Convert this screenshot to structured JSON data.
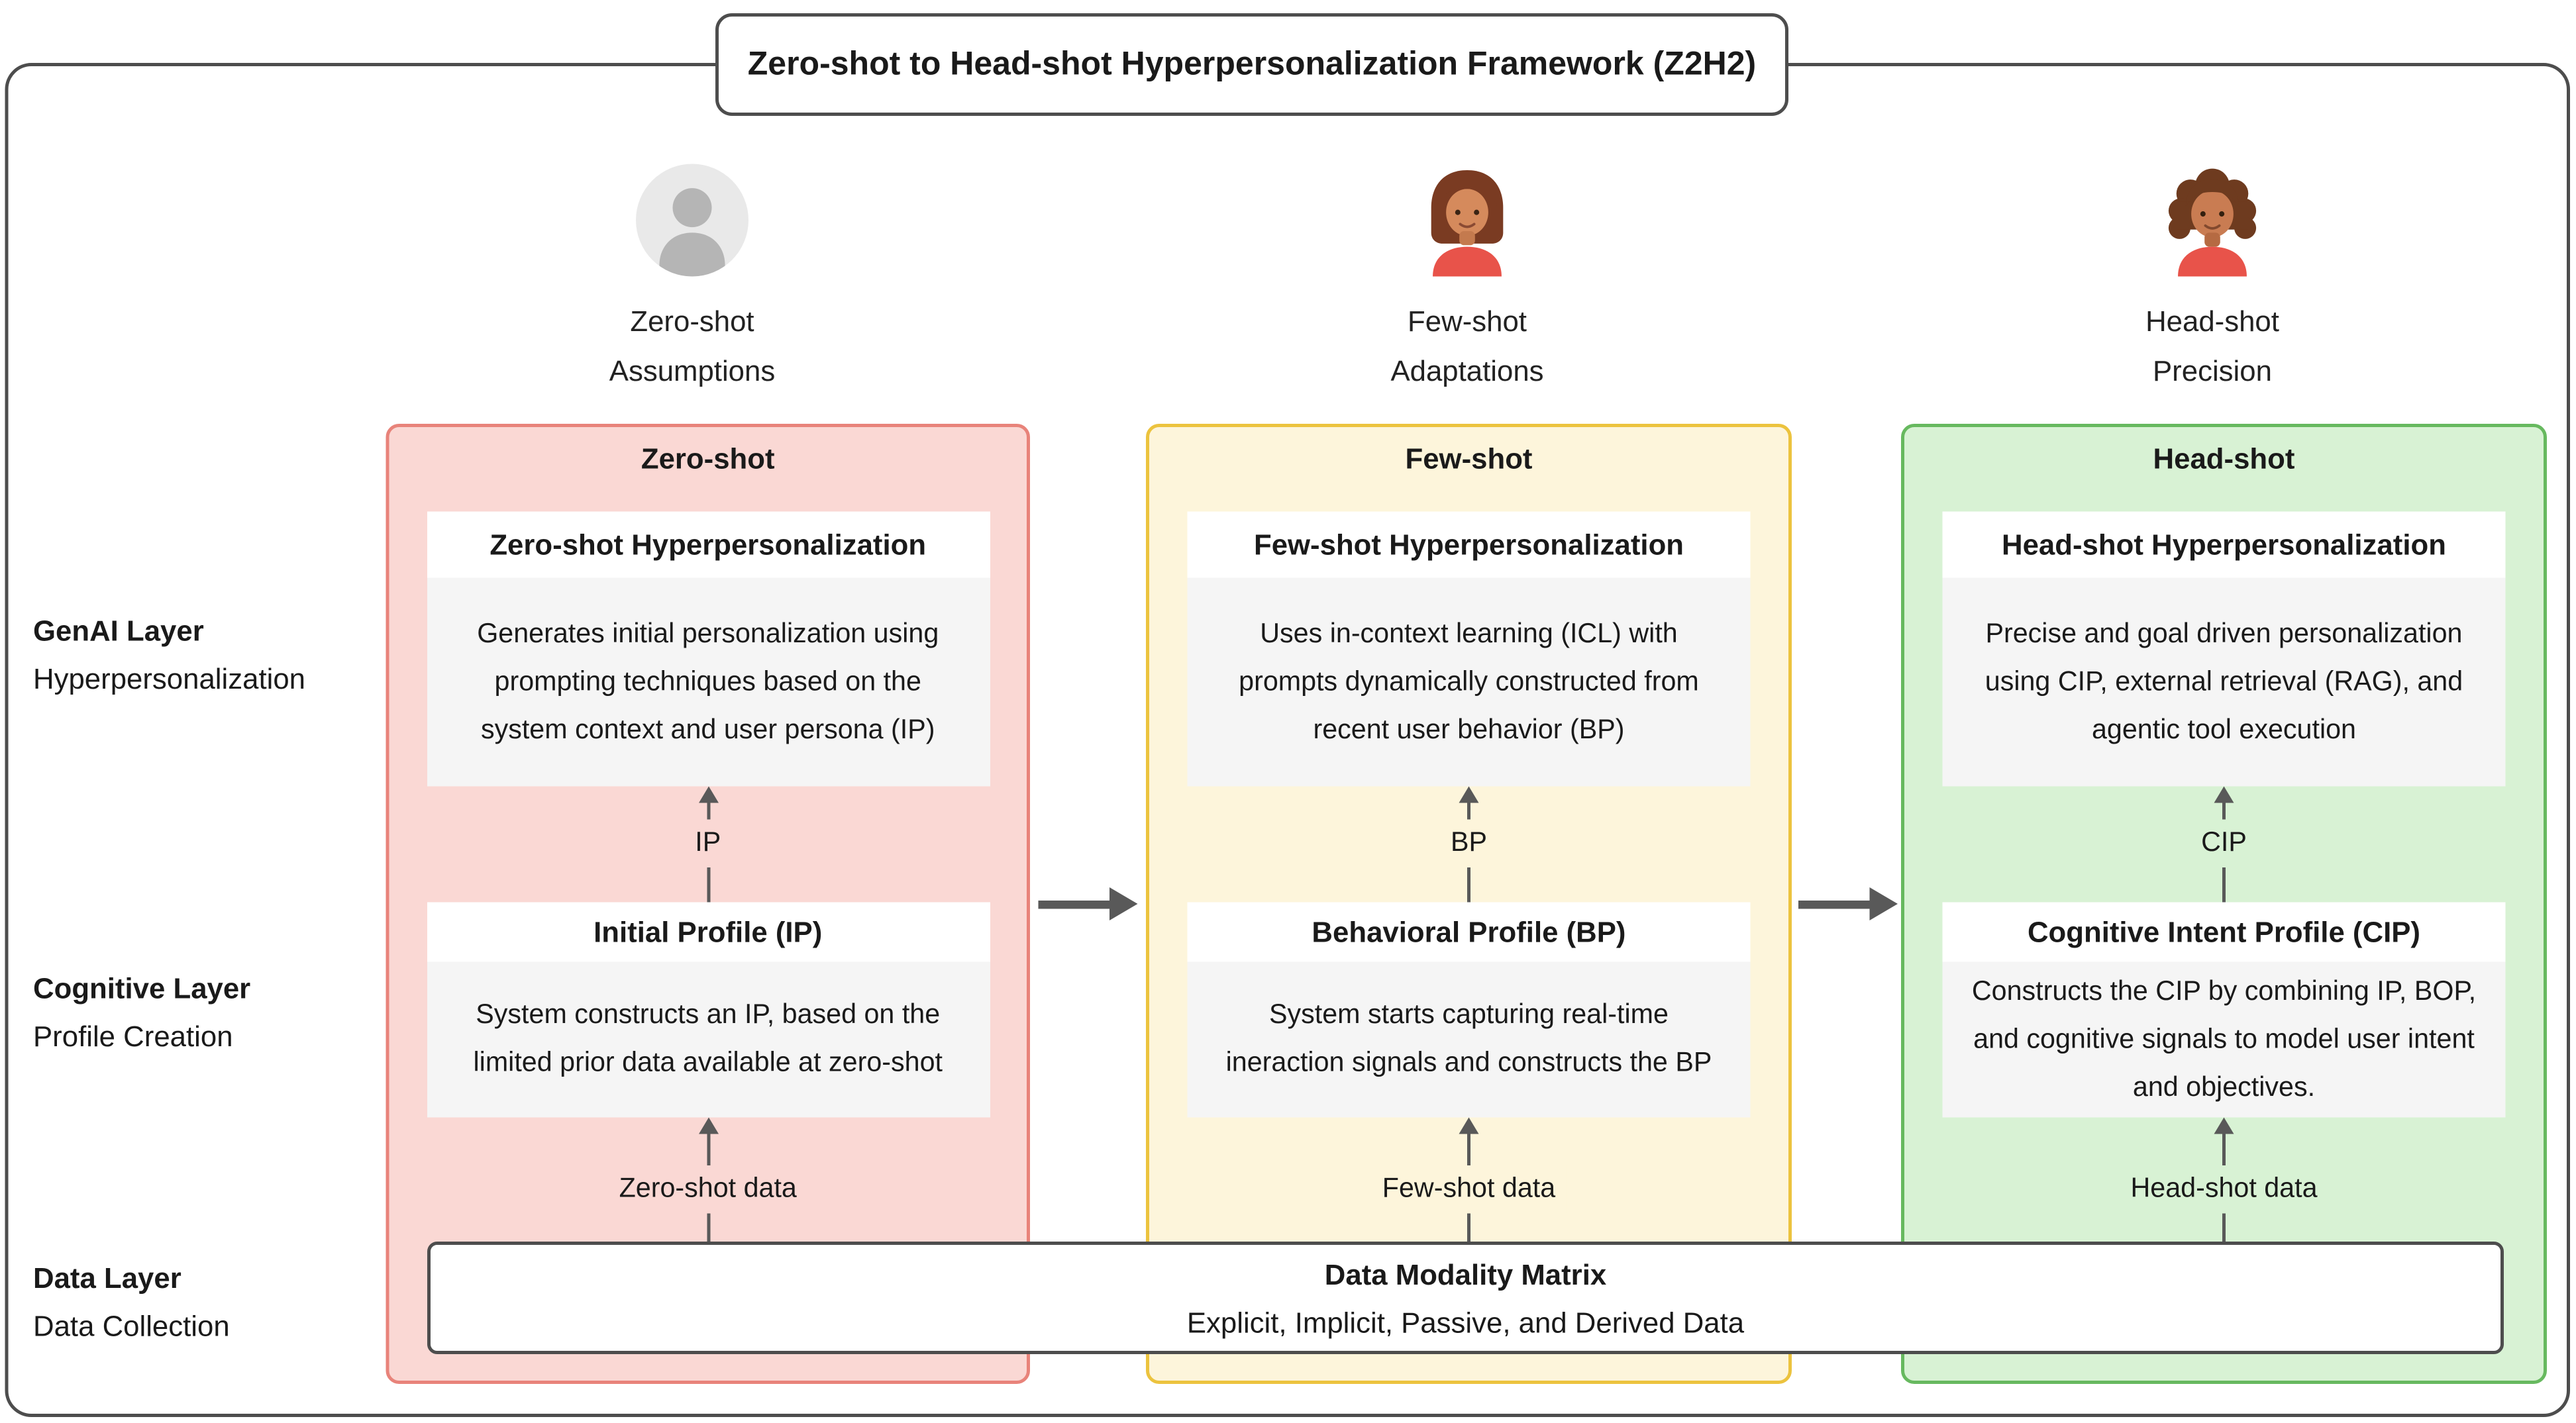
{
  "title": "Zero-shot to Head-shot Hyperpersonalization Framework (Z2H2)",
  "colors": {
    "frame_border": "#4d4d4d",
    "arrow": "#595959",
    "card_gray": "#f5f5f5"
  },
  "columns": [
    {
      "avatar_icon": "generic-user-avatar-icon",
      "caption_line1": "Zero-shot",
      "caption_line2": "Assumptions"
    },
    {
      "avatar_icon": "woman-avatar-icon",
      "caption_line1": "Few-shot",
      "caption_line2": "Adaptations"
    },
    {
      "avatar_icon": "curly-hair-woman-avatar-icon",
      "caption_line1": "Head-shot",
      "caption_line2": "Precision"
    }
  ],
  "layers": [
    {
      "title": "GenAI Layer",
      "subtitle": "Hyperpersonalization"
    },
    {
      "title": "Cognitive Layer",
      "subtitle": "Profile Creation"
    },
    {
      "title": "Data Layer",
      "subtitle": "Data Collection"
    }
  ],
  "panels": [
    {
      "title": "Zero-shot",
      "colors": {
        "fill": "#fad8d4",
        "border": "#e8837a"
      },
      "genai_card": {
        "header": "Zero-shot Hyperpersonalization",
        "body": "Generates initial personalization using prompting techniques based on the system context and user persona (IP)"
      },
      "profile_arrow_label": "IP",
      "profile_card": {
        "header": "Initial Profile (IP)",
        "body": "System constructs an IP, based on the limited prior data available at zero-shot"
      },
      "data_arrow_label": "Zero-shot data"
    },
    {
      "title": "Few-shot",
      "colors": {
        "fill": "#fdf5db",
        "border": "#ecc33e"
      },
      "genai_card": {
        "header": "Few-shot Hyperpersonalization",
        "body": "Uses in-context learning (ICL) with prompts dynamically constructed from recent user behavior (BP)"
      },
      "profile_arrow_label": "BP",
      "profile_card": {
        "header": "Behavioral Profile (BP)",
        "body": "System starts capturing real-time ineraction signals and constructs the BP"
      },
      "data_arrow_label": "Few-shot data"
    },
    {
      "title": "Head-shot",
      "colors": {
        "fill": "#d8f2d4",
        "border": "#67b95f"
      },
      "genai_card": {
        "header": "Head-shot Hyperpersonalization",
        "body": "Precise and goal driven personalization using CIP, external retrieval (RAG), and agentic tool execution"
      },
      "profile_arrow_label": "CIP",
      "profile_card": {
        "header": "Cognitive Intent Profile (CIP)",
        "body": "Constructs the CIP by combining IP, BOP, and cognitive signals to model user intent and objectives."
      },
      "data_arrow_label": "Head-shot data"
    }
  ],
  "data_matrix": {
    "title": "Data Modality Matrix",
    "subtitle": "Explicit, Implicit, Passive, and Derived Data"
  }
}
